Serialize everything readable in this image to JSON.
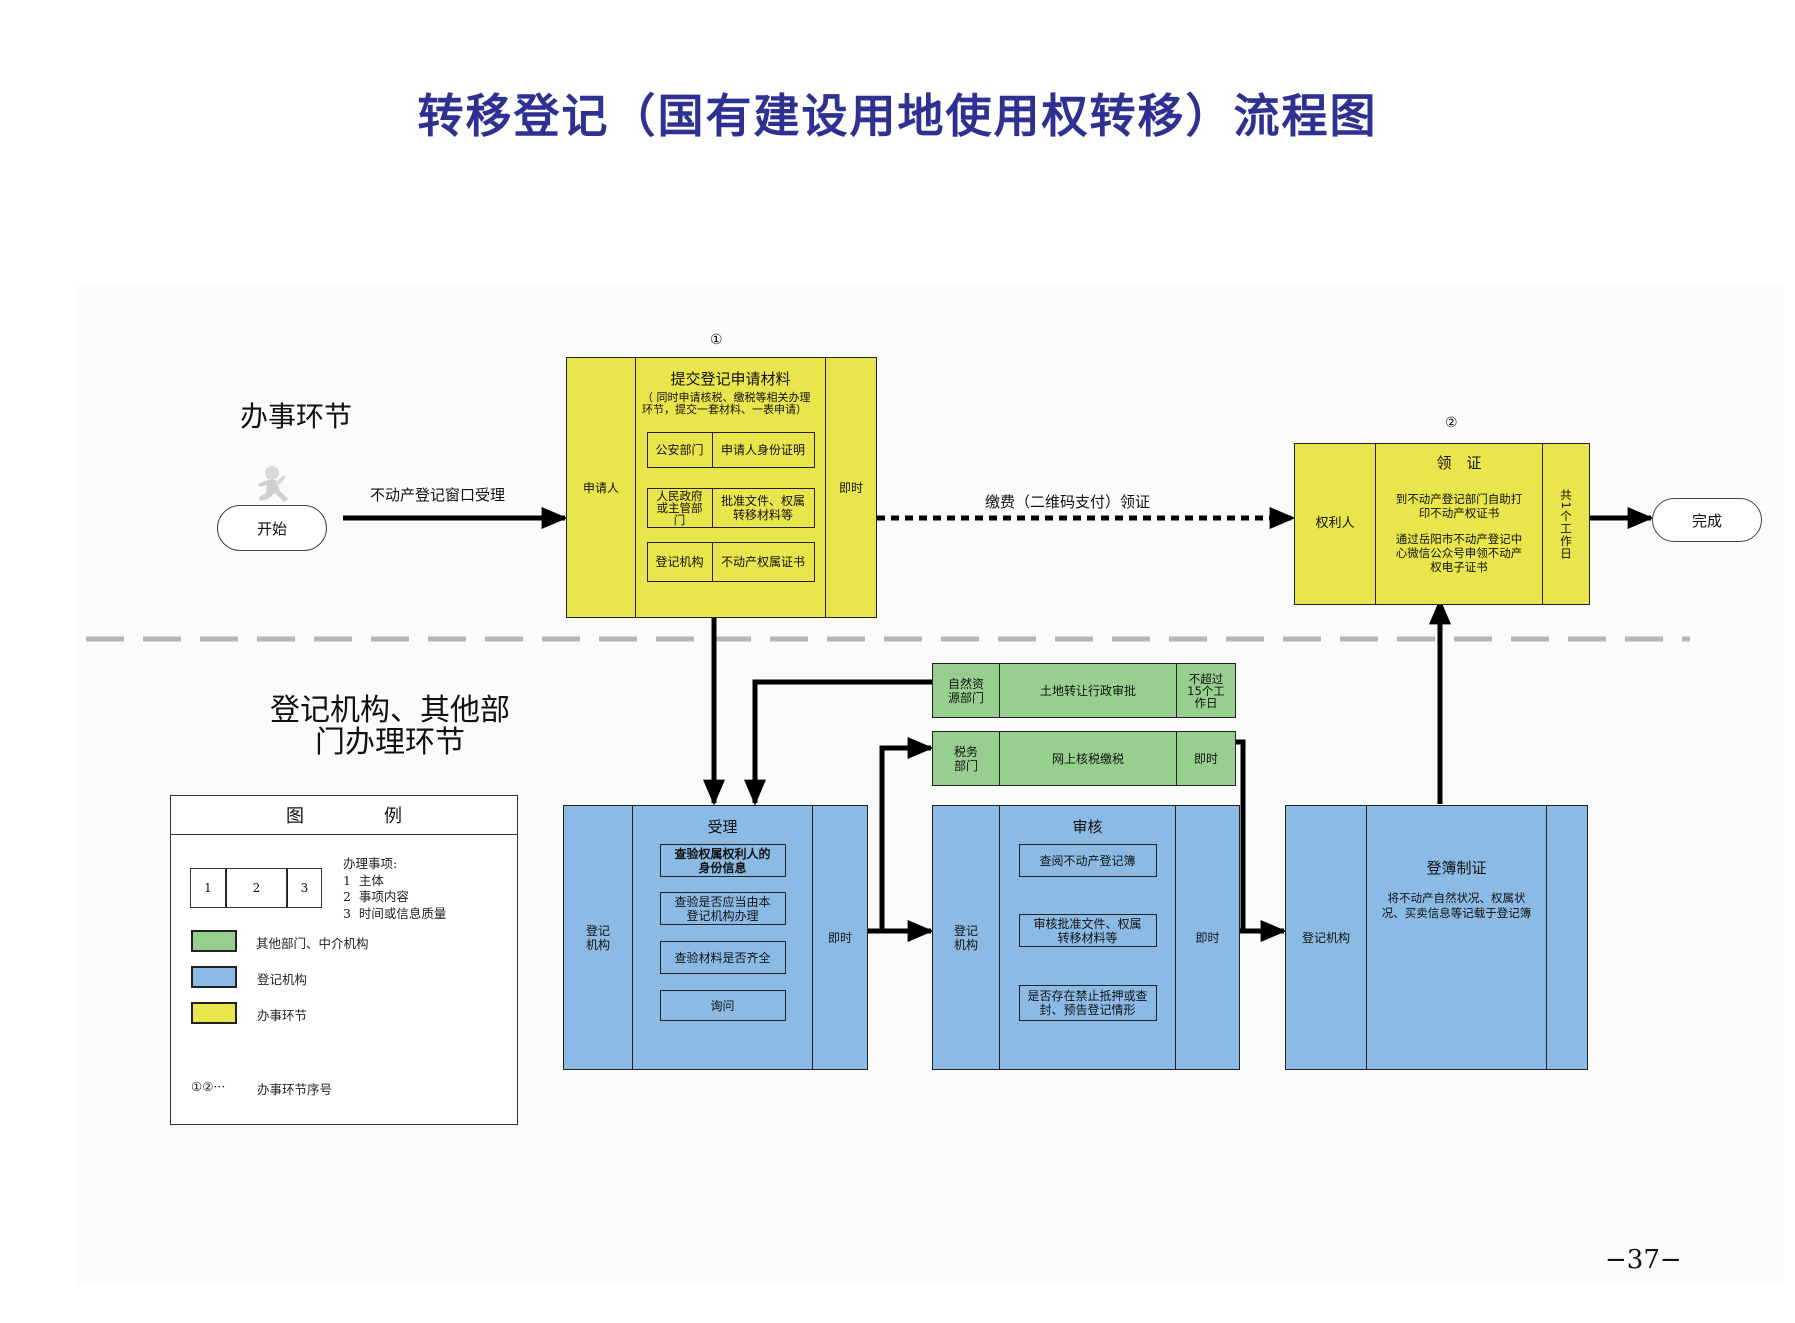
{
  "title": "转移登记（国有建设用地使用权转移）流程图",
  "page_number": "−37−",
  "sections": {
    "top": "办事环节",
    "bottom_line1": "登记机构、其他部",
    "bottom_line2": "门办理环节"
  },
  "colors": {
    "title": "#2e3192",
    "yellow": "#e9e54c",
    "green": "#97cf8f",
    "blue": "#8bbbe4",
    "divider": "#b5b5b5"
  },
  "start": {
    "label": "开始",
    "icon": "runner-icon"
  },
  "end": {
    "label": "完成"
  },
  "arrows": {
    "start_to_step1": "不动产登记窗口受理",
    "step1_to_step2": "缴费（二维码支付）领证"
  },
  "step1": {
    "number": "①",
    "subject": "申请人",
    "title": "提交登记申请材料",
    "note": "（ 同时申请核税、缴税等相关办理环节，提交一套材料、一表申请）",
    "time": "即时",
    "materials": [
      {
        "source": "公安部门",
        "item": "申请人身份证明"
      },
      {
        "source": "人民政府或主管部门",
        "item": "批准文件、权属转移材料等"
      },
      {
        "source": "登记机构",
        "item": "不动产权属证书"
      }
    ]
  },
  "step2": {
    "number": "②",
    "subject": "权利人",
    "title": "领　证",
    "line1": "到不动产登记部门自助打印不动产权证书",
    "line2": "通过岳阳市不动产登记中心微信公众号申领不动产权电子证书",
    "time": "共1个工作日"
  },
  "green_boxes": [
    {
      "subject": "自然资源部门",
      "content": "土地转让行政审批",
      "time": "不超过15个工作日"
    },
    {
      "subject": "税务部门",
      "content": "网上核税缴税",
      "time": "即时"
    }
  ],
  "blue_boxes": [
    {
      "subject": "登记机构",
      "title": "受理",
      "items": [
        "查验权属权利人的身份信息",
        "查验是否应当由本登记机构办理",
        "查验材料是否齐全",
        "询问"
      ],
      "time": "即时"
    },
    {
      "subject": "登记机构",
      "title": "审核",
      "items": [
        "查阅不动产登记簿",
        "审核批准文件、权属转移材料等",
        "是否存在禁止抵押或查封、预告登记情形"
      ],
      "time": "即时"
    },
    {
      "subject": "登记机构",
      "title": "登簿制证",
      "desc": "将不动产自然状况、权属状况、买卖信息等记载于登记簿",
      "time": ""
    }
  ],
  "legend": {
    "title_a": "图",
    "title_b": "例",
    "cells": [
      "1",
      "2",
      "3"
    ],
    "items_header": "办理事项:",
    "items": [
      "1  主体",
      "2  事项内容",
      "3  时间或信息质量"
    ],
    "swatches": [
      {
        "color": "green",
        "label": "其他部门、中介机构"
      },
      {
        "color": "blue",
        "label": "登记机构"
      },
      {
        "color": "yellow",
        "label": "办事环节"
      }
    ],
    "seq_symbol": "①②···",
    "seq_label": "办事环节序号"
  }
}
